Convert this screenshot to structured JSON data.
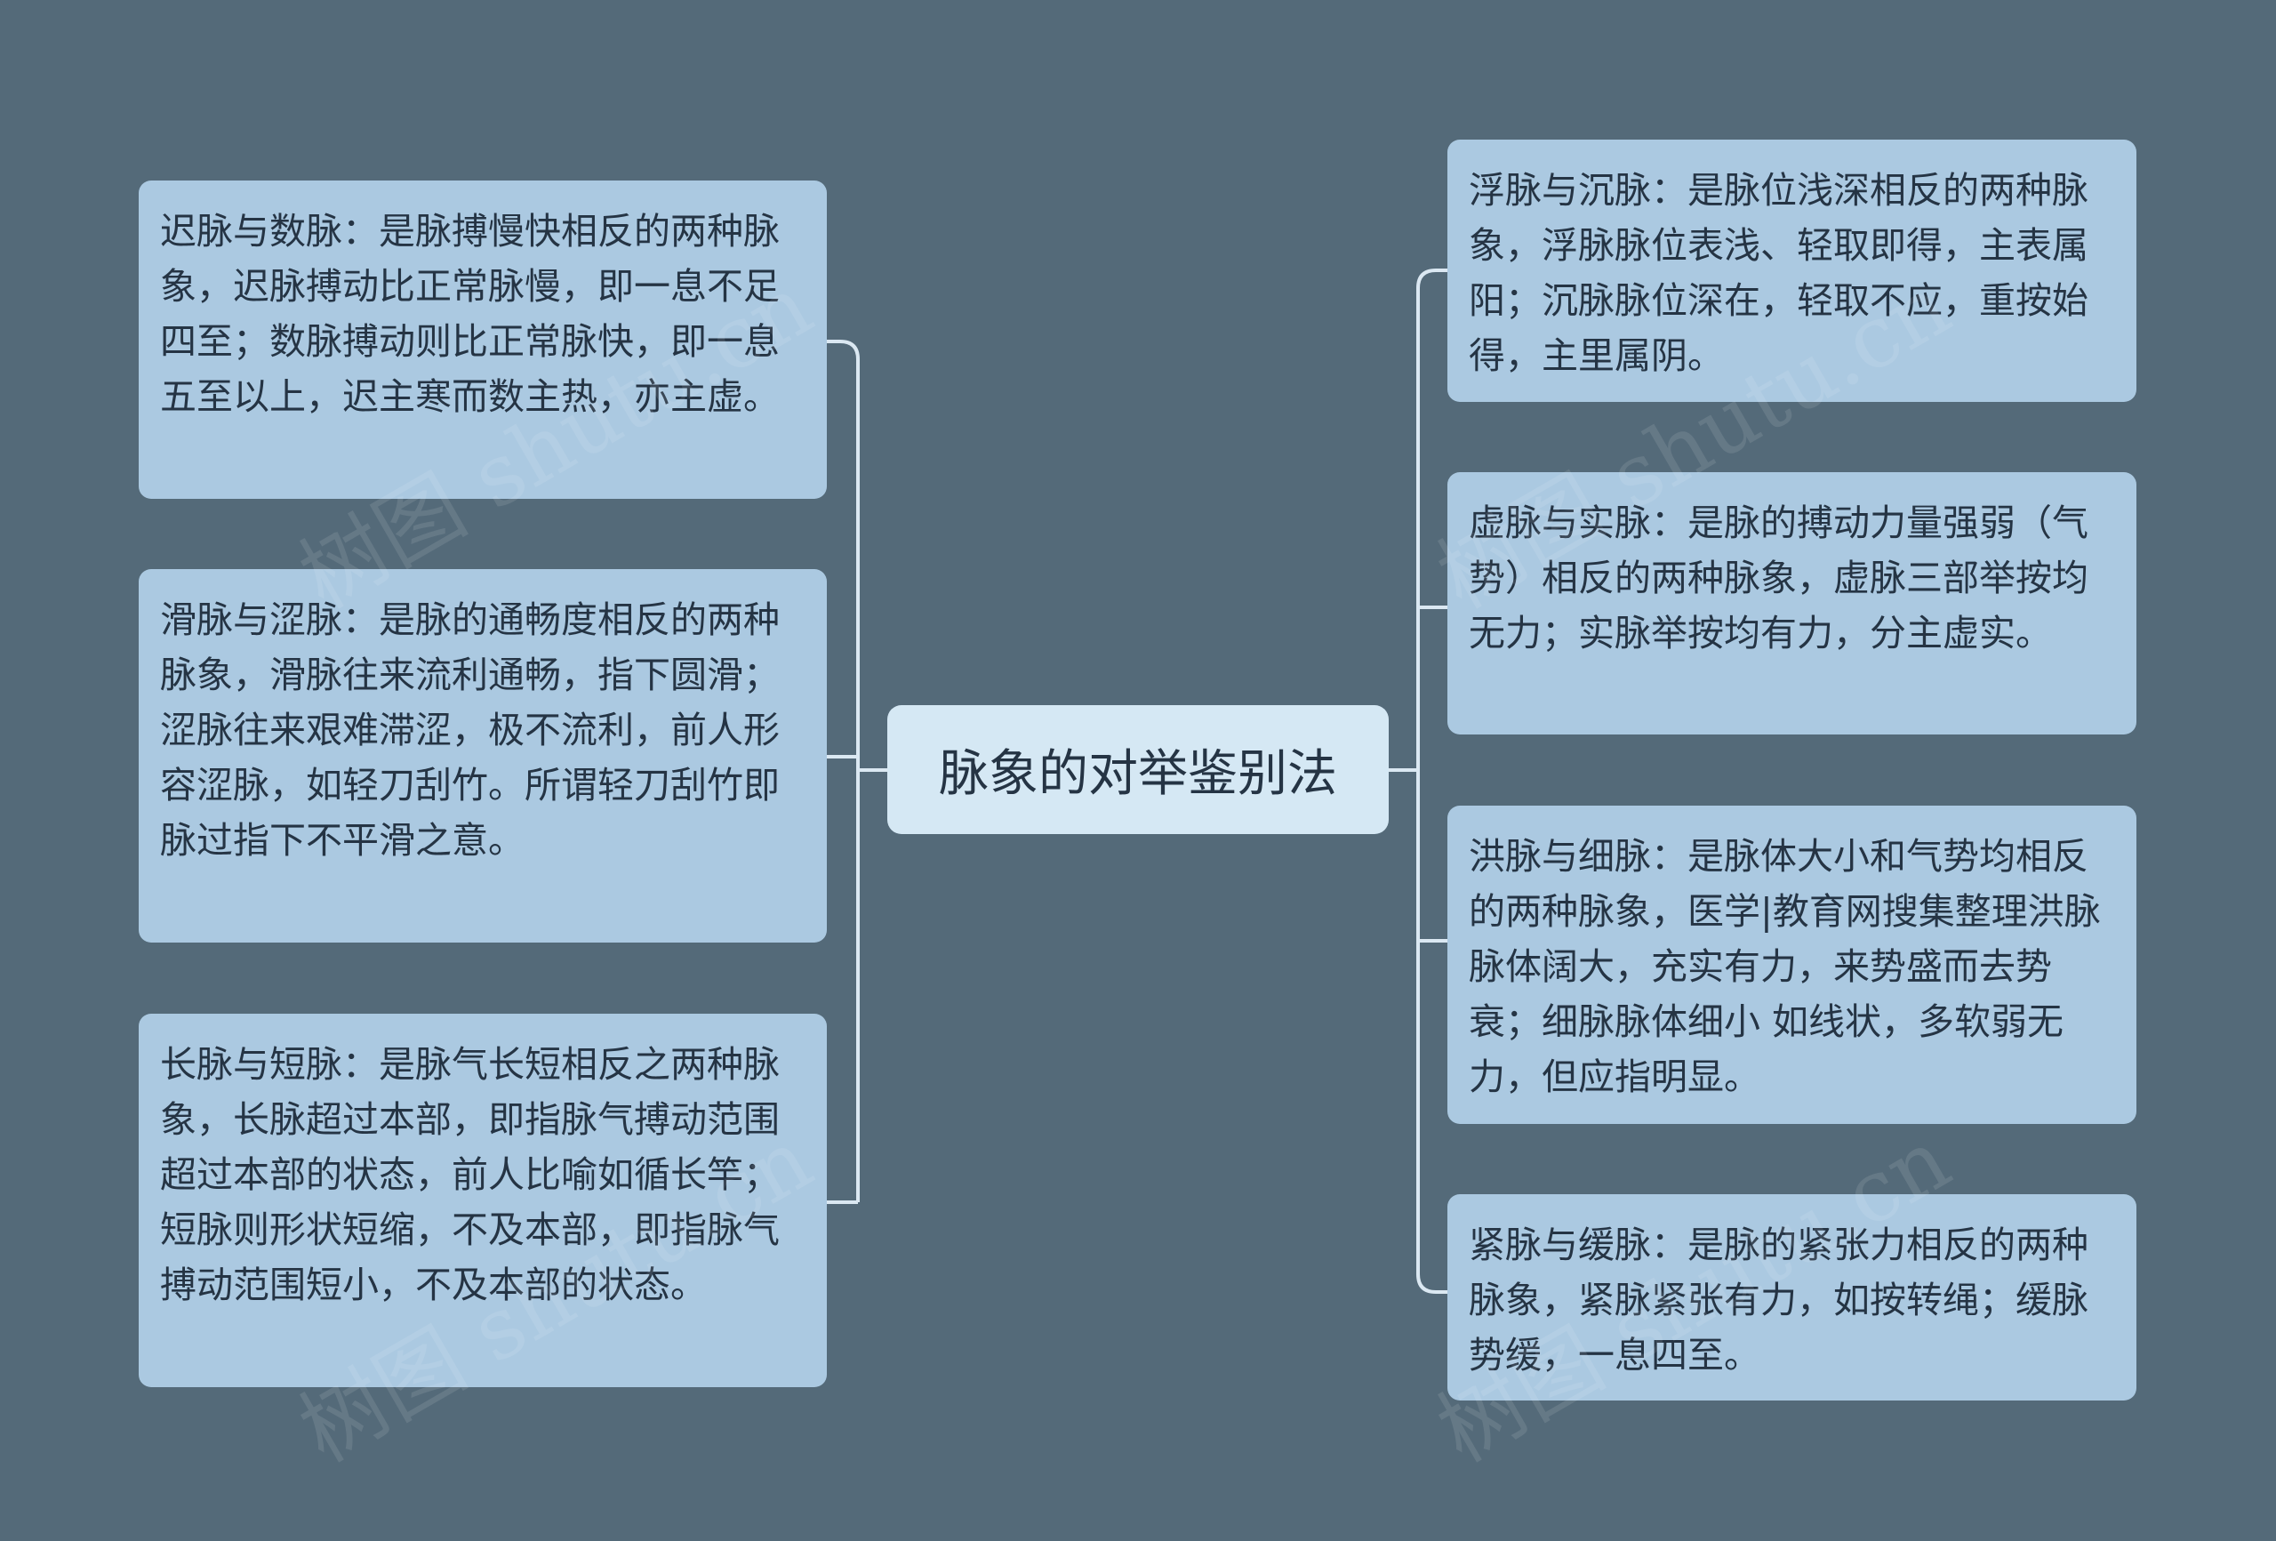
{
  "center": {
    "title": "脉象的对举鉴别法"
  },
  "left_nodes": [
    {
      "text": "迟脉与数脉：是脉搏慢快相反的两种脉象，迟脉搏动比正常脉慢，即一息不足四至；数脉搏动则比正常脉快，即一息五至以上，迟主寒而数主热，亦主虚。"
    },
    {
      "text": "滑脉与涩脉：是脉的通畅度相反的两种脉象，滑脉往来流利通畅，指下圆滑；涩脉往来艰难滞涩，极不流利，前人形容涩脉，如轻刀刮竹。所谓轻刀刮竹即脉过指下不平滑之意。"
    },
    {
      "text": "长脉与短脉：是脉气长短相反之两种脉象，长脉超过本部，即指脉气搏动范围超过本部的状态，前人比喻如循长竿；短脉则形状短缩，不及本部，即指脉气搏动范围短小，不及本部的状态。"
    }
  ],
  "right_nodes": [
    {
      "text": "浮脉与沉脉：是脉位浅深相反的两种脉象，浮脉脉位表浅、轻取即得，主表属阳；沉脉脉位深在，轻取不应，重按始得，主里属阴。"
    },
    {
      "text": "虚脉与实脉：是脉的搏动力量强弱（气势）相反的两种脉象，虚脉三部举按均无力；实脉举按均有力，分主虚实。"
    },
    {
      "text": "洪脉与细脉：是脉体大小和气势均相反的两种脉象，医学|教育网搜集整理洪脉脉体阔大，充实有力，来势盛而去势衰；细脉脉体细小 如线状，多软弱无力，但应指明显。"
    },
    {
      "text": "紧脉与缓脉：是脉的紧张力相反的两种脉象，紧脉紧张有力，如按转绳；缓脉势缓，一息四至。"
    }
  ],
  "watermark": "树图 shutu.cn",
  "colors": {
    "background": "#546a79",
    "node": "#abc9e1",
    "center": "#d5e8f4",
    "connector": "#dbe8f2",
    "text": "#253444"
  }
}
